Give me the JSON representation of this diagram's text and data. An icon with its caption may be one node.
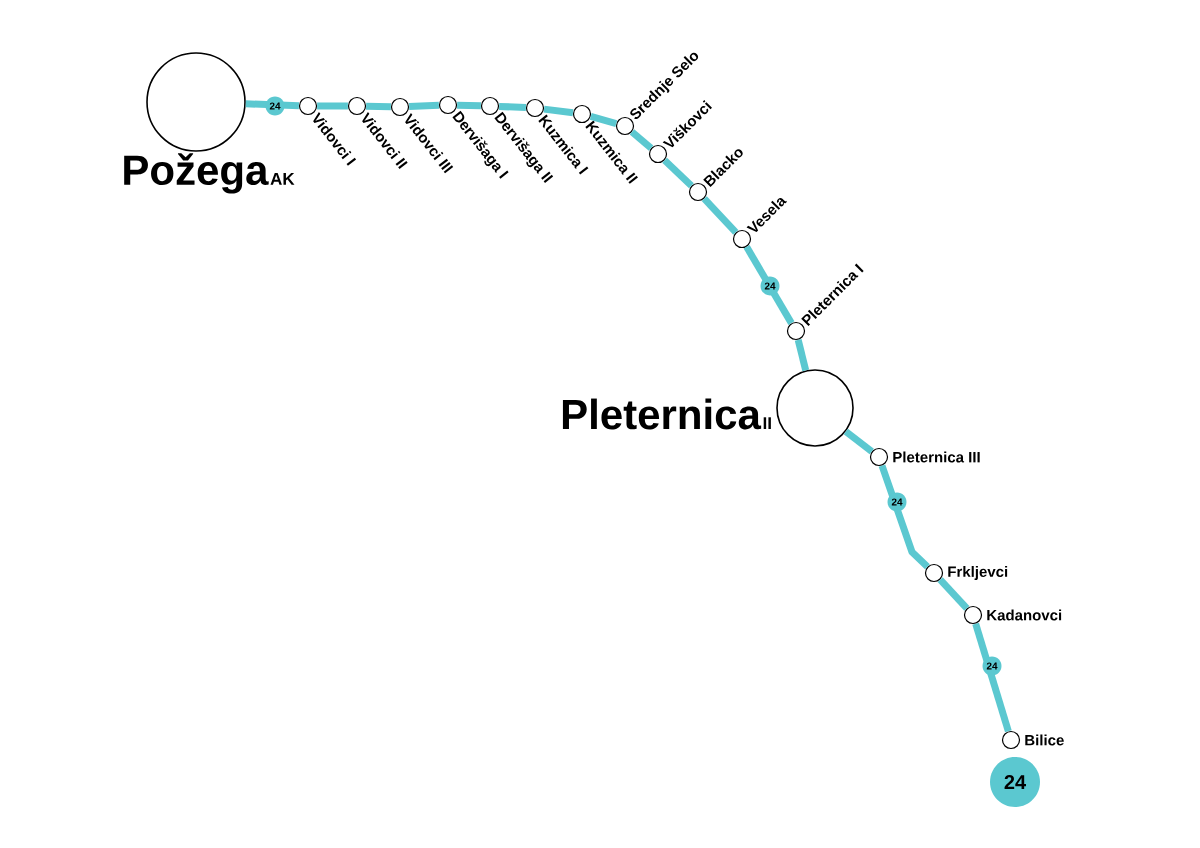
{
  "diagram": {
    "nodes": [
      {
        "text": [
          "Požega",
          "AK"
        ]
      },
      {
        "text": [
          "Vidovci I"
        ]
      },
      {
        "text": [
          "Vidovci II"
        ]
      },
      {
        "text": [
          "Vidovci III"
        ]
      },
      {
        "text": [
          "Dervišaga I"
        ]
      },
      {
        "text": [
          "Dervišaga II"
        ]
      },
      {
        "text": [
          "Kuzmica I"
        ]
      },
      {
        "text": [
          "Kuzmica II"
        ]
      },
      {
        "text": [
          "Srednje Selo"
        ]
      },
      {
        "text": [
          "Viškovci"
        ]
      },
      {
        "text": [
          "Blacko"
        ]
      },
      {
        "text": [
          "Vesela"
        ]
      },
      {
        "text": [
          "Pleternica I"
        ]
      },
      {
        "text": [
          "Pleternica",
          "II"
        ]
      },
      {
        "text": [
          "Pleternica III"
        ]
      },
      {
        "text": [
          "Frkljevci"
        ]
      },
      {
        "text": [
          "Kadanovci"
        ]
      },
      {
        "text": [
          "Bilice"
        ]
      },
      {
        "text": [
          "24"
        ]
      }
    ],
    "edges": [
      {
        "from": 0,
        "to": 1,
        "arrow": "none",
        "label": "24"
      },
      {
        "from": 1,
        "to": 2,
        "arrow": "none"
      },
      {
        "from": 2,
        "to": 3,
        "arrow": "none"
      },
      {
        "from": 3,
        "to": 4,
        "arrow": "none"
      },
      {
        "from": 4,
        "to": 5,
        "arrow": "none"
      },
      {
        "from": 5,
        "to": 6,
        "arrow": "none"
      },
      {
        "from": 6,
        "to": 7,
        "arrow": "none"
      },
      {
        "from": 7,
        "to": 8,
        "arrow": "none"
      },
      {
        "from": 8,
        "to": 9,
        "arrow": "none"
      },
      {
        "from": 9,
        "to": 10,
        "arrow": "none"
      },
      {
        "from": 10,
        "to": 11,
        "arrow": "none"
      },
      {
        "from": 11,
        "to": 12,
        "arrow": "none",
        "label": "24"
      },
      {
        "from": 12,
        "to": 13,
        "arrow": "none"
      },
      {
        "from": 13,
        "to": 14,
        "arrow": "none"
      },
      {
        "from": 14,
        "to": 15,
        "arrow": "none",
        "label": "24"
      },
      {
        "from": 15,
        "to": 16,
        "arrow": "none"
      },
      {
        "from": 16,
        "to": 17,
        "arrow": "none",
        "label": "24"
      }
    ]
  }
}
